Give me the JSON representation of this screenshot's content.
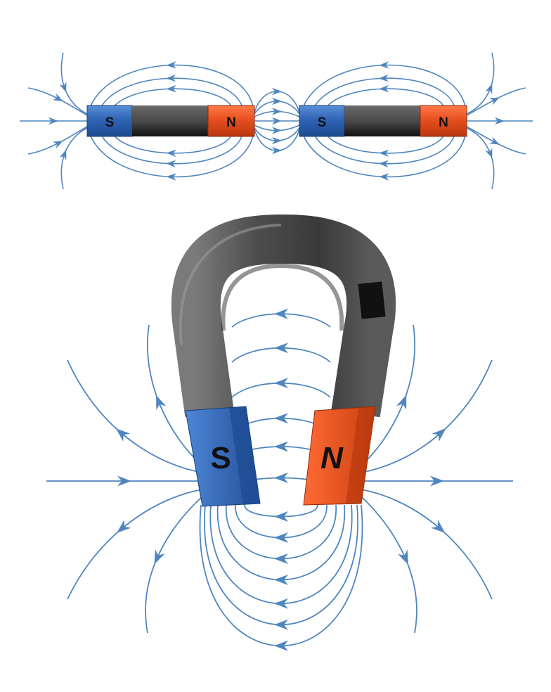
{
  "colors": {
    "field_line": "#4f86c0",
    "south_pole": "#2f64b6",
    "north_pole": "#e8501f",
    "magnet_body": "#4a4a4a",
    "label_text": "#111111"
  },
  "bar_magnets": [
    {
      "south_label": "S",
      "north_label": "N"
    },
    {
      "south_label": "S",
      "north_label": "N"
    }
  ],
  "horseshoe_magnet": {
    "south_label": "S",
    "north_label": "N"
  }
}
